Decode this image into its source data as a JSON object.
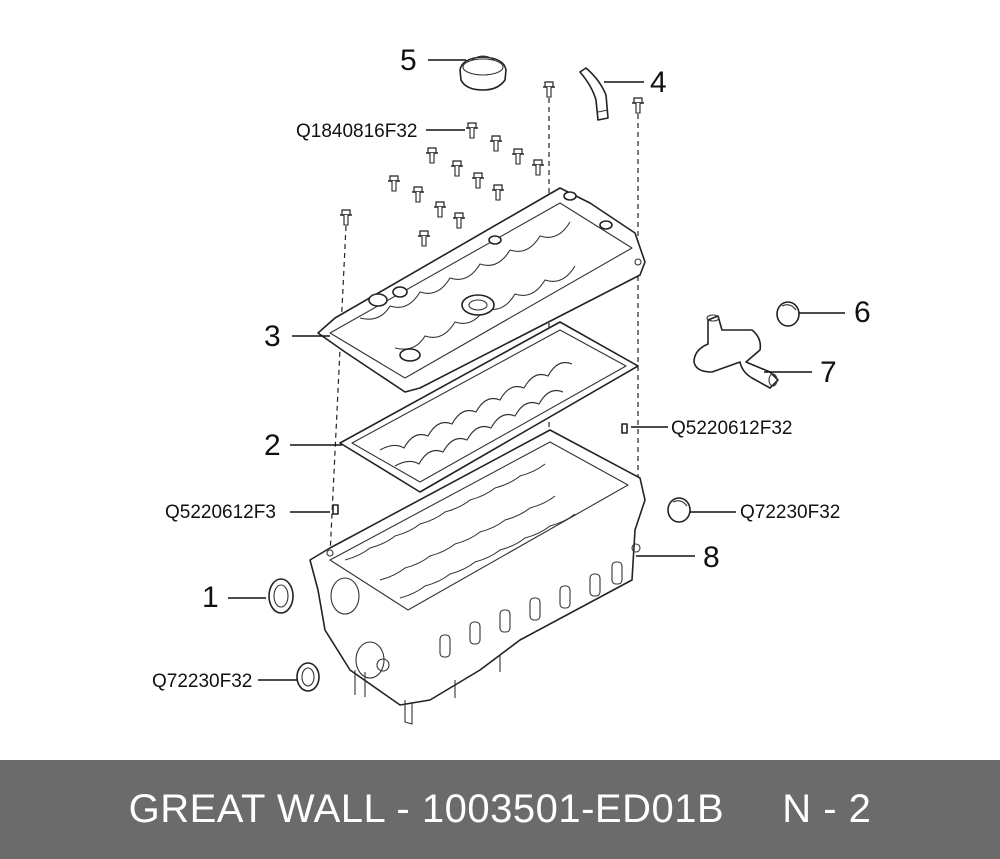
{
  "labels": {
    "part_1": "1",
    "part_2": "2",
    "part_3": "3",
    "part_4": "4",
    "part_5": "5",
    "part_6": "6",
    "part_7": "7",
    "part_8": "8",
    "code_bolt_top": "Q1840816F32",
    "code_pin_right": "Q5220612F32",
    "code_pin_left": "Q5220612F3",
    "code_plug_right": "Q72230F32",
    "code_seal_bottom": "Q72230F32"
  },
  "footer": {
    "text": "GREAT WALL - 1003501-ED01B     N - 2",
    "background": "#6b6b6b",
    "color": "#ffffff"
  }
}
